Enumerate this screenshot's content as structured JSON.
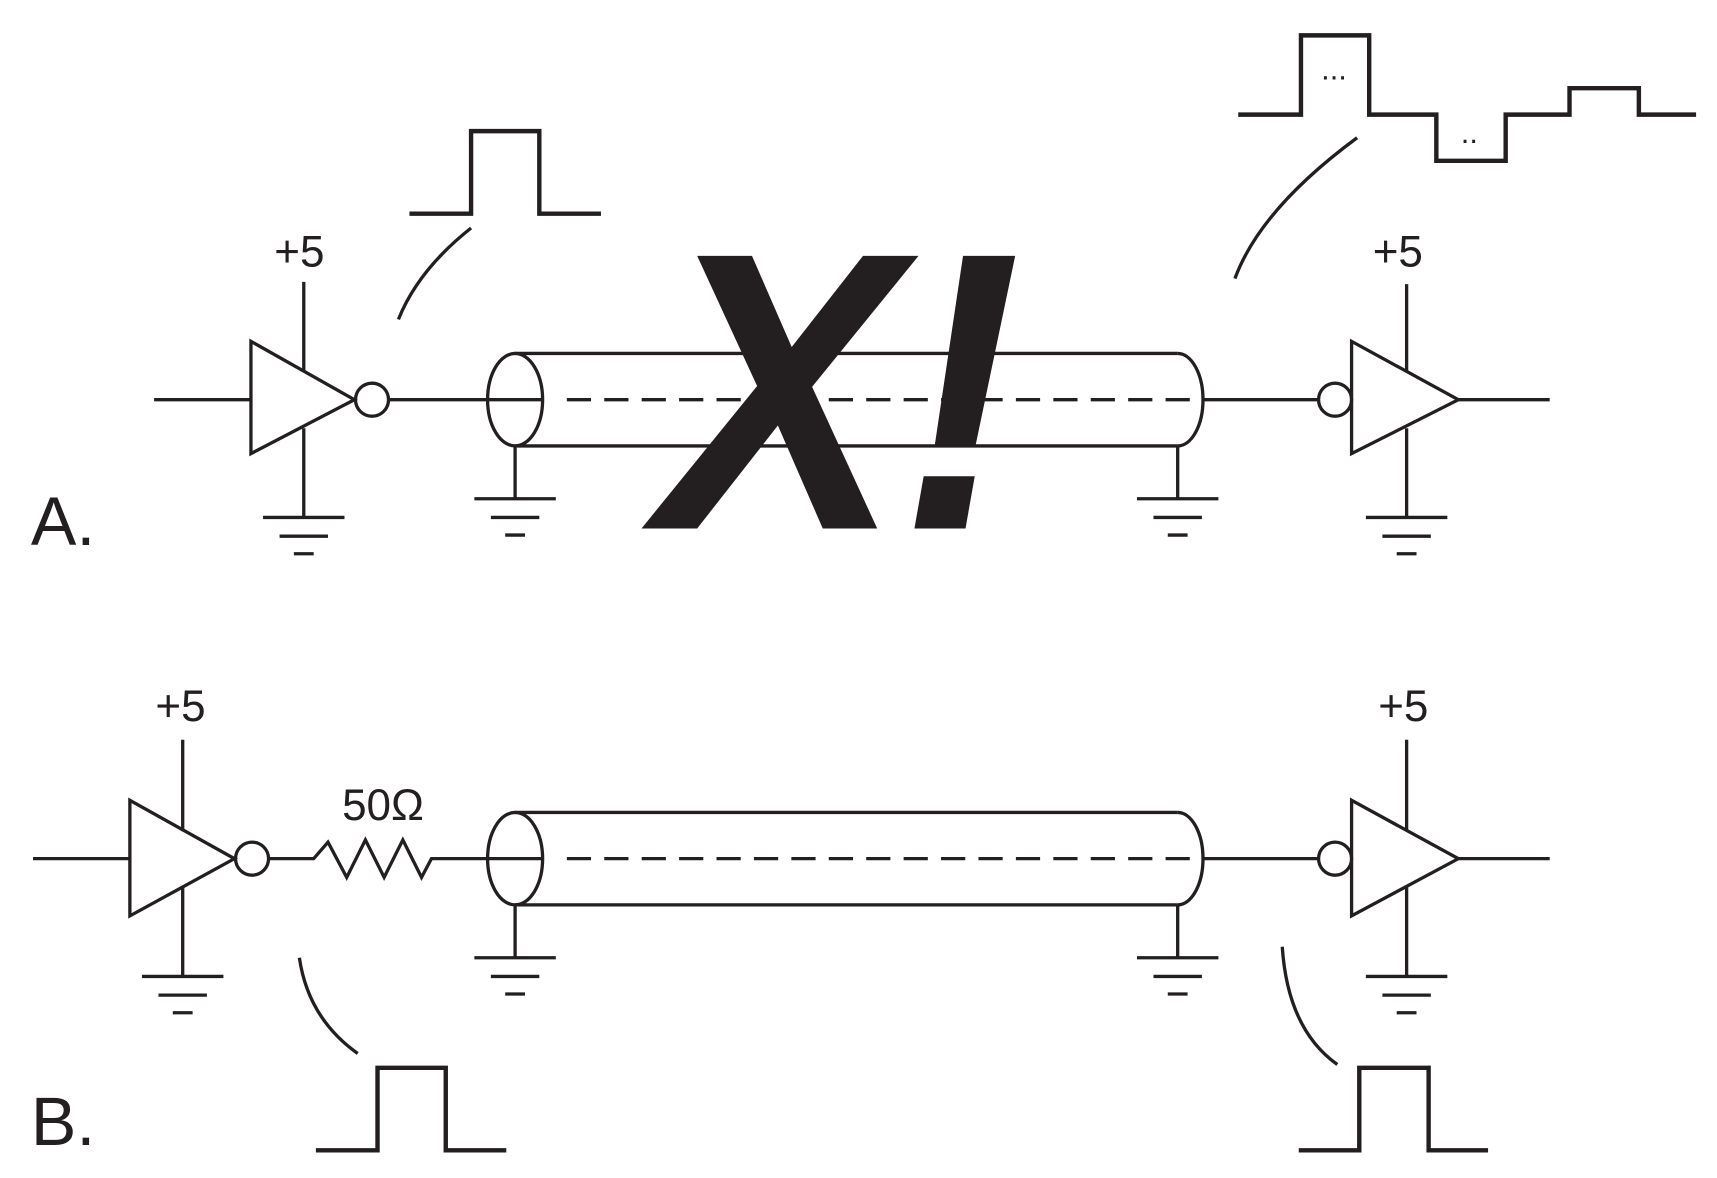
{
  "diagram": {
    "panel_a": {
      "label": "A.",
      "driver_supply": "+5",
      "receiver_supply": "+5",
      "warning_mark": "X!",
      "received_waveform_dots_high": "...",
      "received_waveform_dots_low": ".."
    },
    "panel_b": {
      "label": "B.",
      "driver_supply": "+5",
      "receiver_supply": "+5",
      "series_resistor": "50Ω"
    },
    "colors": {
      "ink": "#231f20",
      "background": "#ffffff"
    }
  }
}
